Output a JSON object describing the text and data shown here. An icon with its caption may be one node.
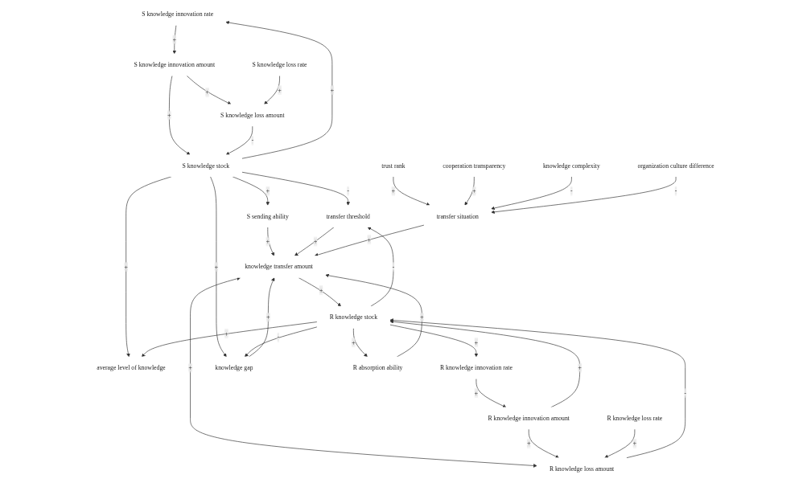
{
  "diagram": {
    "nodes": [
      {
        "text": [
          "S knowledge innovation rate"
        ]
      },
      {
        "text": [
          "average level of knowledge"
        ]
      },
      {
        "text": [
          "R knowledge innovation rate"
        ]
      },
      {
        "text": [
          "S knowledge stock"
        ]
      },
      {
        "text": [
          "transfer threshold"
        ]
      },
      {
        "text": [
          "S knowledge innovation amount"
        ]
      },
      {
        "text": [
          "knowledge gap"
        ]
      },
      {
        "text": [
          "R knowledge stock"
        ]
      },
      {
        "text": [
          "R knowledge innovation amount"
        ]
      },
      {
        "text": [
          "S sending ability"
        ]
      },
      {
        "text": [
          "S knowledge loss amount"
        ]
      },
      {
        "text": [
          "knowledge transfer amount"
        ]
      },
      {
        "text": [
          "R absorption ability"
        ]
      },
      {
        "text": [
          "R knowledge loss amount"
        ]
      },
      {
        "text": [
          "S knowledge loss rate"
        ]
      },
      {
        "text": [
          "transfer situation"
        ]
      },
      {
        "text": [
          "trust rank"
        ]
      },
      {
        "text": [
          "organization culture difference"
        ]
      },
      {
        "text": [
          "R knowledge loss rate"
        ]
      },
      {
        "text": [
          "cooperation transparency"
        ]
      },
      {
        "text": [
          "knowledge complexity"
        ]
      }
    ],
    "edges": [
      {
        "from": 3,
        "to": 0,
        "arrow": "to",
        "label": "+"
      },
      {
        "from": 0,
        "to": 5,
        "arrow": "to",
        "label": "+"
      },
      {
        "from": 5,
        "to": 3,
        "arrow": "to",
        "label": "+"
      },
      {
        "from": 5,
        "to": 10,
        "arrow": "to",
        "label": "+"
      },
      {
        "from": 10,
        "to": 3,
        "arrow": "to",
        "label": "-"
      },
      {
        "from": 14,
        "to": 10,
        "arrow": "to",
        "label": "+"
      },
      {
        "from": 3,
        "to": 1,
        "arrow": "to",
        "label": "+"
      },
      {
        "from": 7,
        "to": 1,
        "arrow": "to",
        "label": "+"
      },
      {
        "from": 3,
        "to": 4,
        "arrow": "to",
        "label": "-"
      },
      {
        "from": 7,
        "to": 4,
        "arrow": "to",
        "label": "-"
      },
      {
        "from": 3,
        "to": 6,
        "arrow": "to",
        "label": "+"
      },
      {
        "from": 7,
        "to": 6,
        "arrow": "to",
        "label": "-"
      },
      {
        "from": 3,
        "to": 9,
        "arrow": "to",
        "label": "+"
      },
      {
        "from": 9,
        "to": 11,
        "arrow": "to",
        "label": "+"
      },
      {
        "from": 6,
        "to": 11,
        "arrow": "to",
        "label": "+"
      },
      {
        "from": 4,
        "to": 11,
        "arrow": "to",
        "label": "+"
      },
      {
        "from": 11,
        "to": 7,
        "arrow": "to",
        "label": "+"
      },
      {
        "from": 7,
        "to": 12,
        "arrow": "to",
        "label": "+"
      },
      {
        "from": 12,
        "to": 11,
        "arrow": "to",
        "label": "+"
      },
      {
        "from": 15,
        "to": 11,
        "arrow": "to",
        "label": "+"
      },
      {
        "from": 11,
        "to": 13,
        "arrow": "both",
        "label": "+"
      },
      {
        "from": 7,
        "to": 2,
        "arrow": "to",
        "label": "+"
      },
      {
        "from": 2,
        "to": 8,
        "arrow": "to",
        "label": "+"
      },
      {
        "from": 8,
        "to": 7,
        "arrow": "to",
        "label": "+"
      },
      {
        "from": 8,
        "to": 13,
        "arrow": "to",
        "label": "+"
      },
      {
        "from": 13,
        "to": 7,
        "arrow": "to",
        "label": "-"
      },
      {
        "from": 18,
        "to": 13,
        "arrow": "to",
        "label": "+"
      },
      {
        "from": 16,
        "to": 15,
        "arrow": "to",
        "label": "+"
      },
      {
        "from": 19,
        "to": 15,
        "arrow": "to",
        "label": "+"
      },
      {
        "from": 20,
        "to": 15,
        "arrow": "to",
        "label": "-"
      },
      {
        "from": 17,
        "to": 15,
        "arrow": "to",
        "label": "-"
      }
    ]
  }
}
